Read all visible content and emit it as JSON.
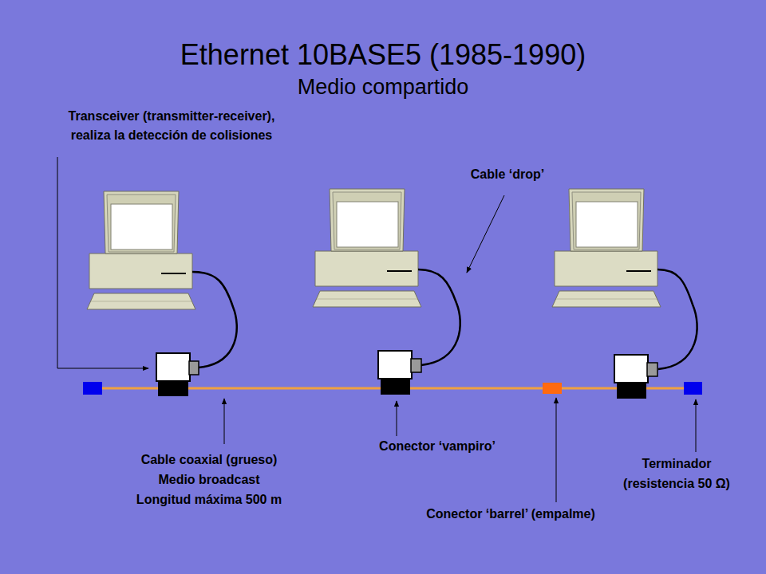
{
  "diagram": {
    "title": "Ethernet 10BASE5 (1985-1990)",
    "labels": [
      "Medio compartido",
      "Transceiver (transmitter-receiver),",
      "realiza la detección de colisiones",
      "Cable ‘drop’",
      "Cable coaxial (grueso)",
      "Medio broadcast",
      "Longitud máxima 500 m",
      "Conector ‘vampiro’",
      "Terminador",
      "(resistencia 50 Ω)",
      "Conector ‘barrel’ (empalme)"
    ]
  }
}
